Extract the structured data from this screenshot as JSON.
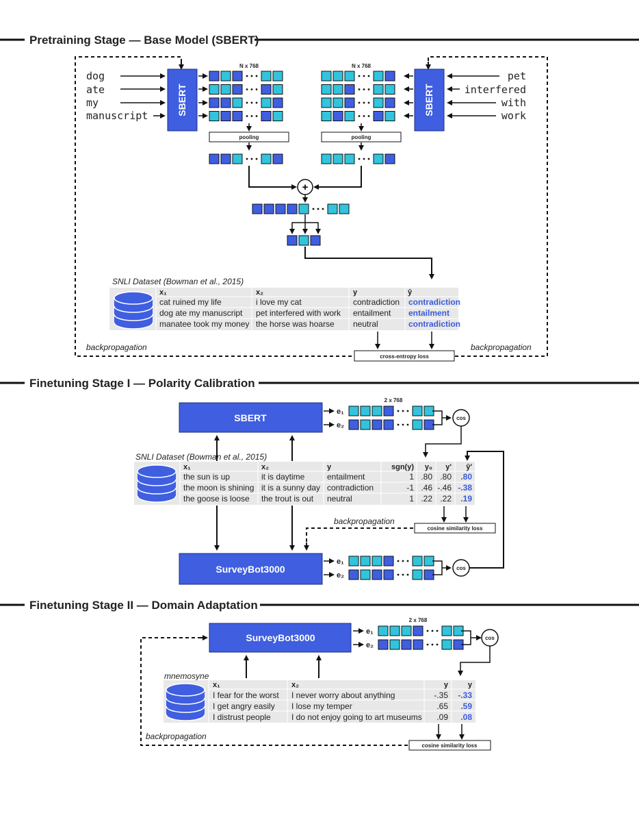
{
  "colors": {
    "model_blue": "#3f5ee0",
    "dark_cell": "#3f5ee0",
    "light_cell": "#31c4dc",
    "pred_blue": "#3a5bd9",
    "table_bg": "#e8e8e8"
  },
  "stage1": {
    "title": "Pretraining Stage — Base Model (SBERT)",
    "left_tokens": [
      "dog",
      "ate",
      "my",
      "manuscript"
    ],
    "right_tokens": [
      "pet",
      "interfered",
      "with",
      "work"
    ],
    "model_label": "SBERT",
    "dim_label": "N x 768",
    "pooling_label": "pooling",
    "plus_symbol": "+",
    "dataset_label": "SNLI Dataset (Bowman et al., 2015)",
    "table": {
      "headers": [
        "x₁",
        "x₂",
        "y",
        "ŷ"
      ],
      "rows": [
        [
          "cat ruined my life",
          "i love my cat",
          "contradiction",
          "contradiction"
        ],
        [
          "dog ate my manuscript",
          "pet interfered with work",
          "entailment",
          "entailment"
        ],
        [
          "manatee took my money",
          "the horse was hoarse",
          "neutral",
          "contradiction"
        ]
      ]
    },
    "loss_label": "cross-entropy loss",
    "backprop_label": "backpropagation"
  },
  "stage2": {
    "title": "Finetuning Stage I — Polarity Calibration",
    "model_top": "SBERT",
    "model_bottom": "SurveyBot3000",
    "dim_label": "2 x 768",
    "e1": "e₁",
    "e2": "e₂",
    "cos_label": "cos",
    "dataset_label": "SNLI Dataset (Bowman et al., 2015)",
    "table": {
      "headers": [
        "x₁",
        "x₂",
        "y",
        "sgn(y)",
        "y₀",
        "y'",
        "ŷ'"
      ],
      "rows": [
        [
          "the sun is up",
          "it is daytime",
          "entailment",
          "1",
          ".80",
          ".80",
          ".80"
        ],
        [
          "the moon is shining",
          "it is a sunny day",
          "contradiction",
          "-1",
          ".46",
          "-.46",
          "-.38"
        ],
        [
          "the goose is loose",
          "the trout is out",
          "neutral",
          "1",
          ".22",
          ".22",
          ".19"
        ]
      ]
    },
    "loss_label": "cosine similarity loss",
    "backprop_label": "backpropagation"
  },
  "stage3": {
    "title": "Finetuning Stage II — Domain Adaptation",
    "model_label": "SurveyBot3000",
    "dim_label": "2 x 768",
    "e1": "e₁",
    "e2": "e₂",
    "cos_label": "cos",
    "dataset_label": "mnemosyne",
    "table": {
      "headers": [
        "x₁",
        "x₂",
        "y",
        "y"
      ],
      "rows": [
        [
          "I fear for the worst",
          "I never worry about anything",
          "-.35",
          "-.33"
        ],
        [
          "I get angry easily",
          "I lose my temper",
          ".65",
          ".59"
        ],
        [
          "I distrust people",
          "I do not enjoy going to art museums",
          ".09",
          ".08"
        ]
      ]
    },
    "loss_label": "cosine similarity loss",
    "backprop_label": "backpropagation"
  }
}
